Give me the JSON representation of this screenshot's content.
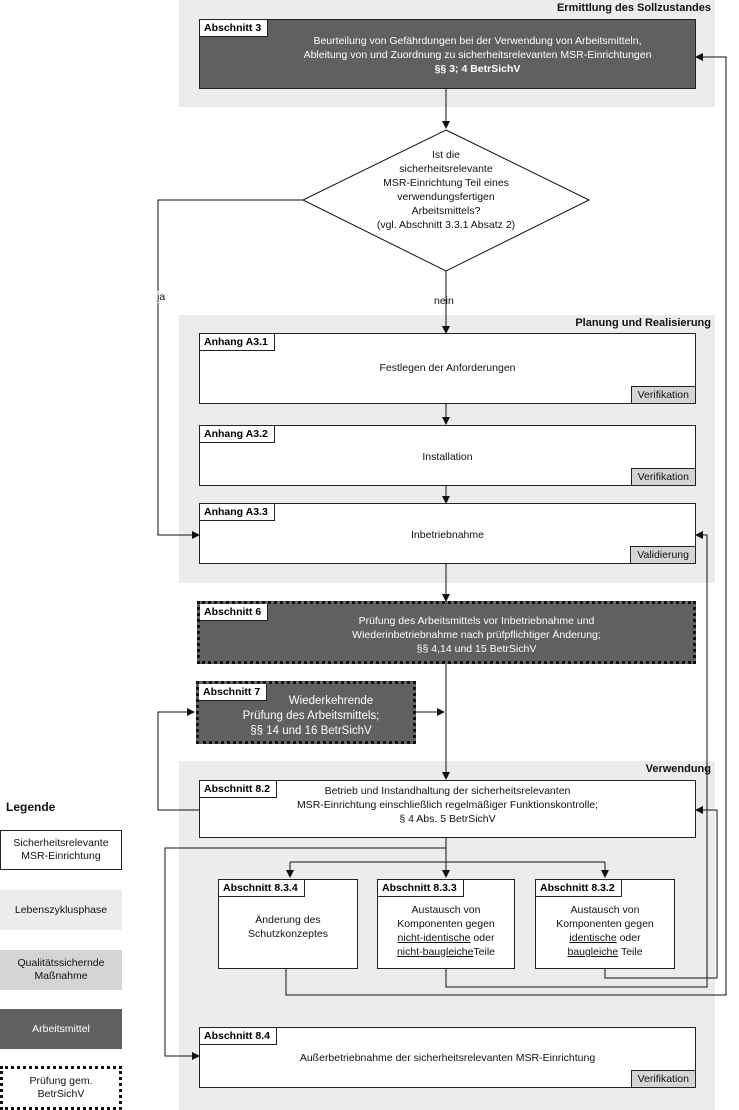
{
  "phases": {
    "ermittlung": "Ermittlung des Sollzustandes",
    "planung": "Planung und Realisierung",
    "verwendung": "Verwendung"
  },
  "abschnitt3": {
    "tag": "Abschnitt 3",
    "line1": "Beurteilung von Gefährdungen bei der Verwendung von Arbeitsmitteln,",
    "line2": "Ableitung von und Zuordnung zu sicherheitsrelevanten MSR-Einrichtungen",
    "line3": "§§ 3; 4 BetrSichV"
  },
  "decision": {
    "line1": "Ist die",
    "line2": "sicherheitsrelevante",
    "line3": "MSR-Einrichtung Teil eines",
    "line4": "verwendungsfertigen",
    "line5": "Arbeitsmittels?",
    "line6": "(vgl. Abschnitt 3.3.1 Absatz 2)",
    "yes": "ja",
    "no": "nein"
  },
  "a31": {
    "tag": "Anhang A3.1",
    "text": "Festlegen der Anforderungen",
    "measure": "Verifikation"
  },
  "a32": {
    "tag": "Anhang A3.2",
    "text": "Installation",
    "measure": "Verifikation"
  },
  "a33": {
    "tag": "Anhang A3.3",
    "text": "Inbetriebnahme",
    "measure": "Validierung"
  },
  "abschnitt6": {
    "tag": "Abschnitt 6",
    "line1": "Prüfung des Arbeitsmittels vor Inbetriebnahme und",
    "line2": "Wiederinbetriebnahme nach prüfpflichtiger Änderung;",
    "line3": "§§ 4,14 und 15 BetrSichV"
  },
  "abschnitt7": {
    "tag": "Abschnitt 7",
    "line1": "Wiederkehrende",
    "line2": "Prüfung des Arbeitsmittels;",
    "line3": "§§ 14 und 16 BetrSichV"
  },
  "abschnitt82": {
    "tag": "Abschnitt 8.2",
    "line1": "Betrieb und Instandhaltung der sicherheitsrelevanten",
    "line2": "MSR-Einrichtung einschließlich regelmäßiger Funktionskontrolle;",
    "line3": "§ 4 Abs. 5 BetrSichV"
  },
  "abschnitt834": {
    "tag": "Abschnitt 8.3.4",
    "line1": "Änderung des",
    "line2": "Schutzkonzeptes"
  },
  "abschnitt833": {
    "tag": "Abschnitt 8.3.3",
    "line1": "Austausch von",
    "line2": "Komponenten gegen",
    "u1": "nicht-identische",
    "t1": " oder",
    "u2": "nicht-baugleiche",
    "t2": "Teile"
  },
  "abschnitt832": {
    "tag": "Abschnitt 8.3.2",
    "line1": "Austausch von",
    "line2": "Komponenten gegen",
    "u1": "identische",
    "t1": " oder",
    "u2": "baugleiche",
    "t2": " Teile"
  },
  "abschnitt84": {
    "tag": "Abschnitt 8.4",
    "text": "Außerbetriebnahme der sicherheitsrelevanten MSR-Einrichtung",
    "measure": "Verifikation"
  },
  "legend": {
    "title": "Legende",
    "item1_line1": "Sicherheitsrelevante",
    "item1_line2": "MSR-Einrichtung",
    "item2": "Lebenszyklusphase",
    "item3_line1": "Qualitätssichernde",
    "item3_line2": "Maßnahme",
    "item4": "Arbeitsmittel",
    "item5_line1": "Prüfung gem.",
    "item5_line2": "BetrSichV"
  }
}
